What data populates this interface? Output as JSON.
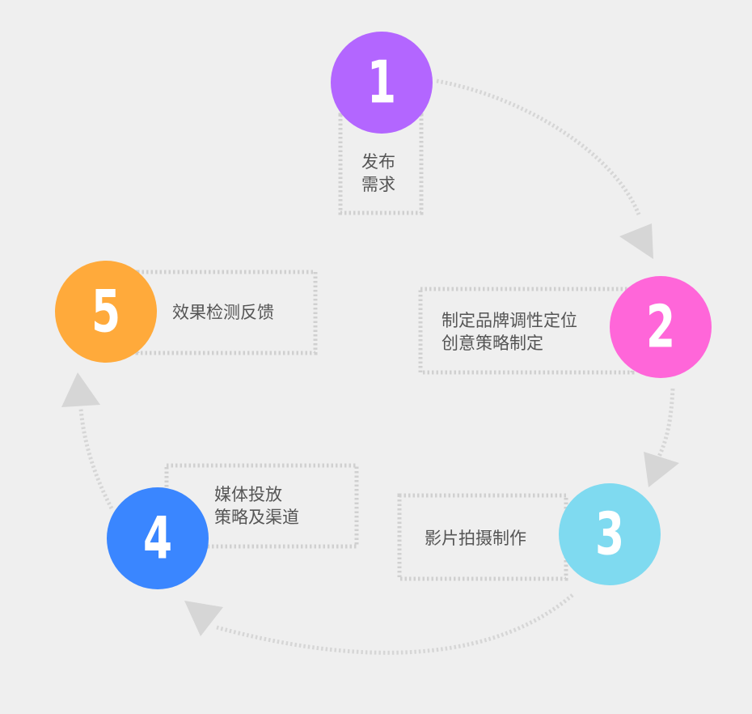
{
  "steps": [
    {
      "number": "1",
      "lines": [
        "发布",
        "需求"
      ],
      "color": "#b366ff"
    },
    {
      "number": "2",
      "lines": [
        "制定品牌调性定位",
        "创意策略制定"
      ],
      "color": "#ff66d9"
    },
    {
      "number": "3",
      "lines": [
        "影片拍摄制作"
      ],
      "color": "#7fdaf0"
    },
    {
      "number": "4",
      "lines": [
        "媒体投放",
        "策略及渠道"
      ],
      "color": "#3a86ff"
    },
    {
      "number": "5",
      "lines": [
        "效果检测反馈"
      ],
      "color": "#ffaa3b"
    }
  ],
  "style": {
    "connector_color": "#d6d6d6",
    "box_border_color": "#d0d0d0",
    "text_color": "#555555",
    "background": "#efefef"
  }
}
